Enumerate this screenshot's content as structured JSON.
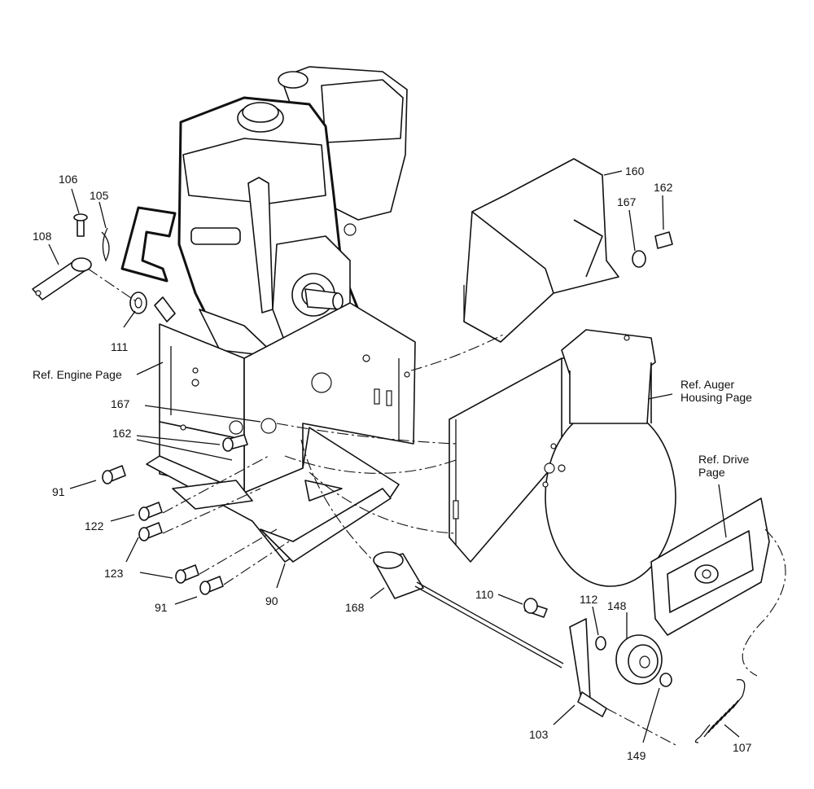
{
  "callouts": {
    "c106": "106",
    "c105": "105",
    "c108": "108",
    "c111": "111",
    "c160": "160",
    "c167a": "167",
    "c162a": "162",
    "ref_engine": "Ref. Engine Page",
    "c167b": "167",
    "c162b": "162",
    "ref_auger": "Ref. Auger\nHousing Page",
    "ref_drive": "Ref. Drive\nPage",
    "c91a": "91",
    "c122": "122",
    "c123": "123",
    "c91b": "91",
    "c90": "90",
    "c168": "168",
    "c110": "110",
    "c112": "112",
    "c148": "148",
    "c103": "103",
    "c149": "149",
    "c107": "107"
  }
}
